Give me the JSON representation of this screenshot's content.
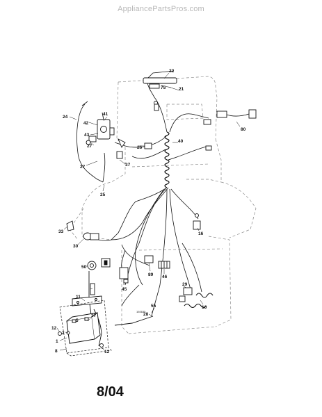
{
  "watermark": "AppliancePartsPros.com",
  "date_code": "8/04",
  "figure_code": "192635",
  "callouts": [
    {
      "id": "c22",
      "label": "22"
    },
    {
      "id": "c75",
      "label": "75"
    },
    {
      "id": "c21",
      "label": "21"
    },
    {
      "id": "c24",
      "label": "24"
    },
    {
      "id": "c41",
      "label": "41"
    },
    {
      "id": "c42",
      "label": "42"
    },
    {
      "id": "c43",
      "label": "43"
    },
    {
      "id": "c27a",
      "label": "27"
    },
    {
      "id": "c40",
      "label": "40"
    },
    {
      "id": "c80",
      "label": "80"
    },
    {
      "id": "c26",
      "label": "26"
    },
    {
      "id": "c27b",
      "label": "27"
    },
    {
      "id": "c37a",
      "label": "37"
    },
    {
      "id": "c25",
      "label": "25"
    },
    {
      "id": "c33",
      "label": "33"
    },
    {
      "id": "c16a",
      "label": "16"
    },
    {
      "id": "c30",
      "label": "30"
    },
    {
      "id": "c50",
      "label": "50"
    },
    {
      "id": "c45",
      "label": "45"
    },
    {
      "id": "c89",
      "label": "89"
    },
    {
      "id": "c46",
      "label": "46"
    },
    {
      "id": "c29",
      "label": "29"
    },
    {
      "id": "c16b",
      "label": "16"
    },
    {
      "id": "c11",
      "label": "11"
    },
    {
      "id": "c55",
      "label": "55"
    },
    {
      "id": "c28",
      "label": "28"
    },
    {
      "id": "c37b",
      "label": "37"
    },
    {
      "id": "c12a",
      "label": "12"
    },
    {
      "id": "c2",
      "label": "2"
    },
    {
      "id": "c5",
      "label": "5"
    },
    {
      "id": "c1",
      "label": "1"
    },
    {
      "id": "c8",
      "label": "8"
    },
    {
      "id": "c12b",
      "label": "12"
    }
  ]
}
